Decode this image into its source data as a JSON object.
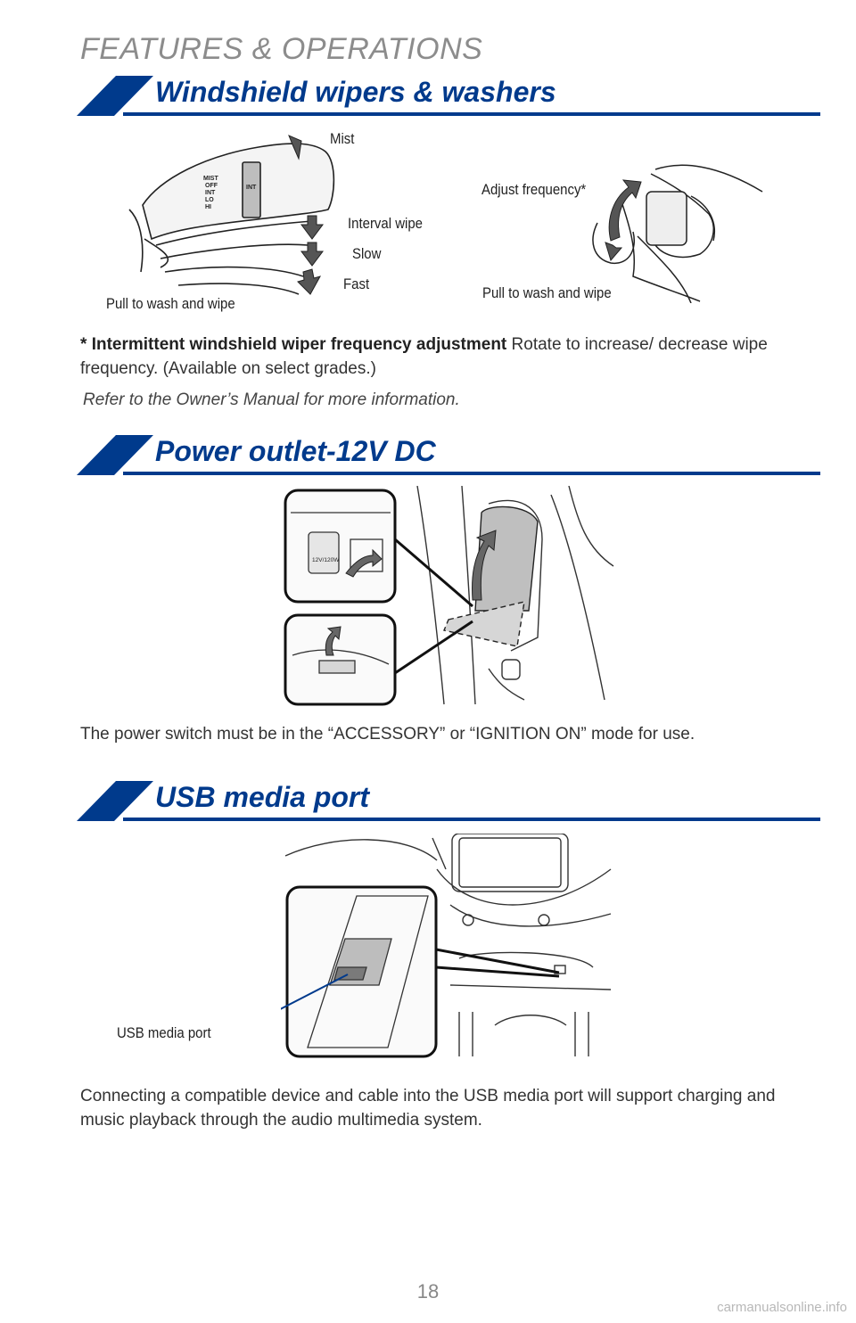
{
  "header": {
    "title": "FEATURES & OPERATIONS"
  },
  "sections": {
    "wipers": {
      "title": "Windshield wipers & washers",
      "callouts": {
        "mist": "Mist",
        "interval": "Interval wipe",
        "slow": "Slow",
        "fast": "Fast",
        "pull_left": "Pull to wash and wipe",
        "adjust": "Adjust frequency*",
        "pull_right": "Pull to wash and wipe"
      },
      "stalk_labels": [
        "MIST",
        "OFF",
        "INT",
        "LO",
        "HI"
      ],
      "stalk_int_label": "INT",
      "note_star": "* ",
      "note_bold": "Intermittent windshield wiper frequency adjustment",
      "note_text": " Rotate to increase/ decrease wipe frequency. (Available on select grades.)",
      "reference": "Refer to the Owner’s Manual for more information."
    },
    "power": {
      "title": "Power outlet-12V DC",
      "outlet_label": "12V/120W",
      "text": "The power switch must be in the “ACCESSORY” or “IGNITION ON” mode for use."
    },
    "usb": {
      "title": "USB media port",
      "callout": "USB media port",
      "text": "Connecting a compatible device and cable into the USB media port will support charging and music playback through the audio multimedia system."
    }
  },
  "footer": {
    "page_number": "18",
    "watermark": "carmanualsonline.info"
  },
  "colors": {
    "accent": "#003a8c",
    "header_gray": "#8c8c8c"
  }
}
